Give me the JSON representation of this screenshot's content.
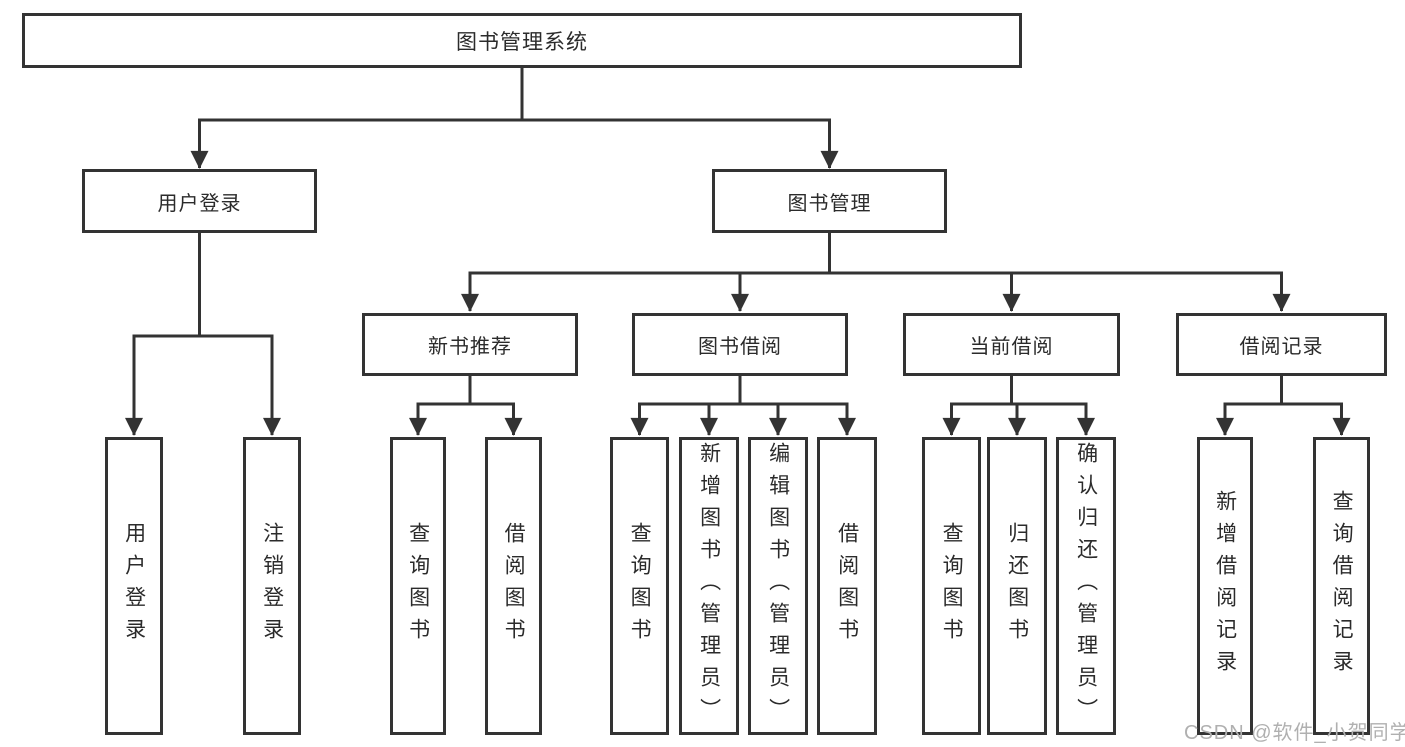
{
  "root": {
    "label": "图书管理系统"
  },
  "branches": [
    {
      "label": "用户登录",
      "children": [
        {
          "label": "用户登录"
        },
        {
          "label": "注销登录"
        }
      ]
    },
    {
      "label": "图书管理",
      "children": [
        {
          "label": "新书推荐",
          "children": [
            {
              "label": "查询图书"
            },
            {
              "label": "借阅图书"
            }
          ]
        },
        {
          "label": "图书借阅",
          "children": [
            {
              "label": "查询图书"
            },
            {
              "label": "新增图书（管理员）"
            },
            {
              "label": "编辑图书（管理员）"
            },
            {
              "label": "借阅图书"
            }
          ]
        },
        {
          "label": "当前借阅",
          "children": [
            {
              "label": "查询图书"
            },
            {
              "label": "归还图书"
            },
            {
              "label": "确认归还（管理员）"
            }
          ]
        },
        {
          "label": "借阅记录",
          "children": [
            {
              "label": "新增借阅记录"
            },
            {
              "label": "查询借阅记录"
            }
          ]
        }
      ]
    }
  ],
  "watermark": {
    "label": "CSDN @软件_小贺同学"
  },
  "colors": {
    "line": "#333333",
    "text": "#2b2b2b",
    "watermark": "#b0b0b0",
    "background": "#ffffff"
  }
}
